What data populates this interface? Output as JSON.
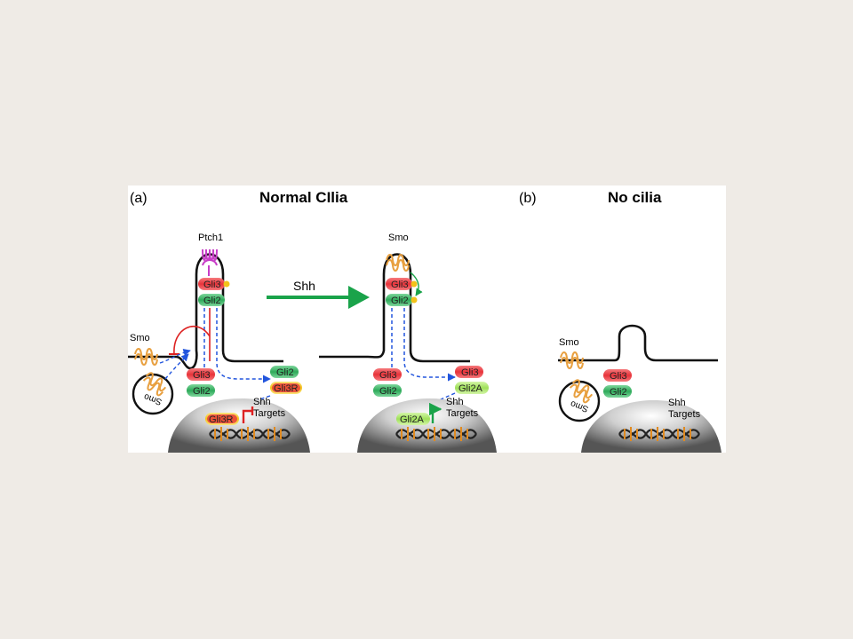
{
  "panel_a": {
    "letter": "(a)",
    "title": "Normal CIlia",
    "ptch1": "Ptch1",
    "smo_top": "Smo",
    "smo_left": "Smo",
    "smo_vesicle": "Smo",
    "cilium_gli3": "Gli3",
    "cilium_gli2": "Gli2",
    "base_gli3": "Gli3",
    "base_gli2": "Gli2",
    "right_gli2": "Gli2",
    "right_gli3r": "Gli3R",
    "nucleus_gli3r": "Gli3R",
    "targets_line1": "Shh",
    "targets_line2": "Targets",
    "arrow_label": "Shh",
    "r_cilium_gli3": "Gli3",
    "r_cilium_gli2": "Gli2",
    "r_base_gli3": "Gli3",
    "r_base_gli2": "Gli2",
    "r_right_gli3": "Gli3",
    "r_right_gli2a": "Gli2A",
    "r_nucleus_gli2a": "Gli2A",
    "r_targets_line1": "Shh",
    "r_targets_line2": "Targets"
  },
  "panel_b": {
    "letter": "(b)",
    "title": "No cilia",
    "smo_left": "Smo",
    "smo_vesicle": "Smo",
    "gli3": "Gli3",
    "gli2": "Gli2",
    "targets_line1": "Shh",
    "targets_line2": "Targets"
  },
  "colors": {
    "gli3": "#e8333a",
    "gli2": "#2eaa5a",
    "gli3r": "#f2c21a",
    "gli2a": "#9fe05a",
    "smo": "#e8a040",
    "ptch1": "#c83ec8",
    "arrow": "#1aa34a",
    "dashed": "#2255dd",
    "inhibit": "#dd2222"
  }
}
